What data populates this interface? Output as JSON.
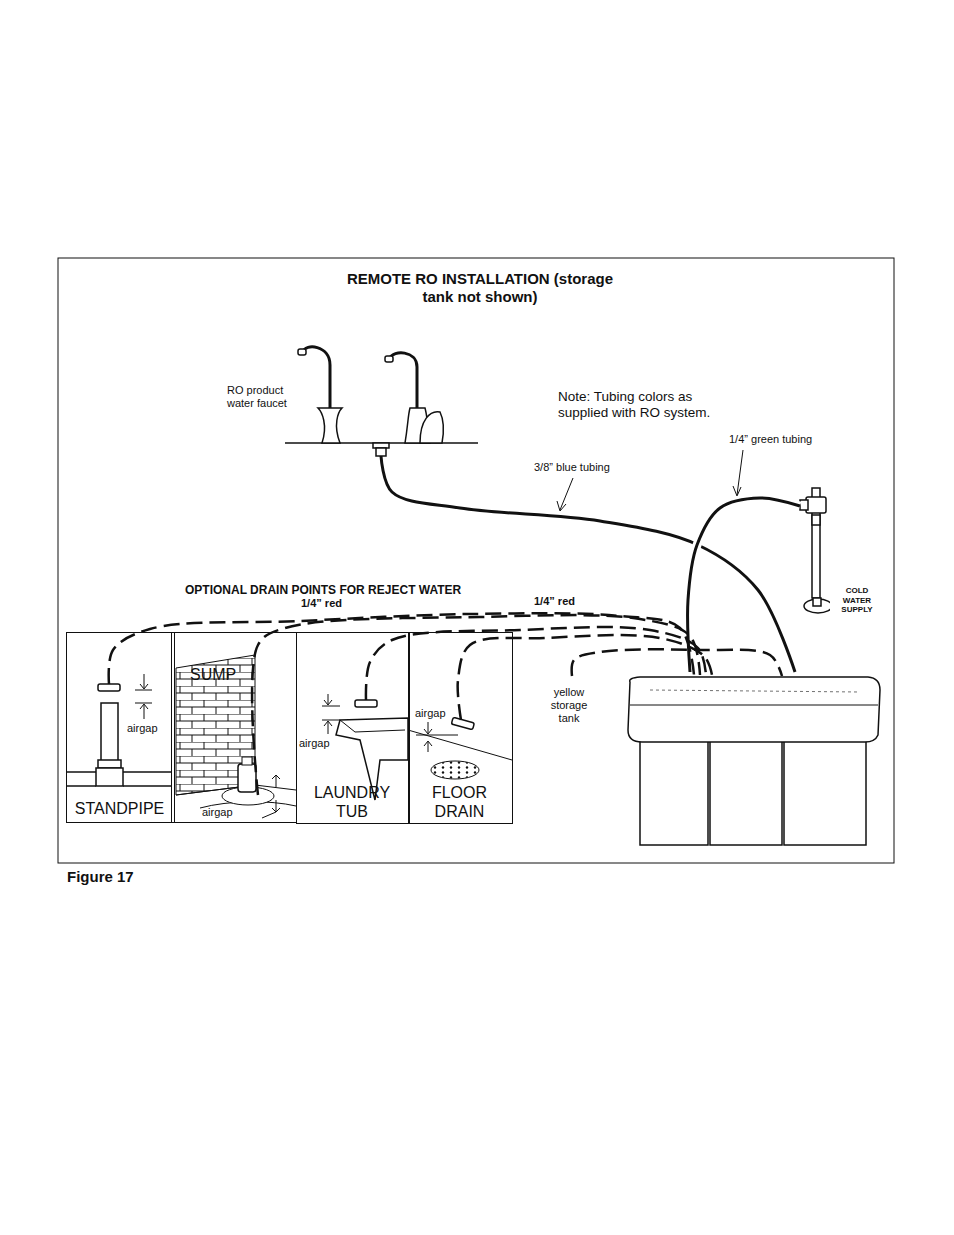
{
  "diagram": {
    "title": "REMOTE RO INSTALLATION (storage tank not shown)",
    "caption": "Figure 17",
    "nodes": [
      {
        "text": [
          "airgap",
          "STANDPIPE"
        ]
      },
      {
        "text": [
          "SUMP",
          "airgap"
        ]
      },
      {
        "text": [
          "airgap",
          "LAUNDRY TUB"
        ]
      },
      {
        "text": [
          "airgap",
          "FLOOR DRAIN"
        ]
      }
    ],
    "labels": [
      "RO product water faucet",
      "Note: Tubing colors as supplied with RO system.",
      "3/8” blue tubing",
      "1/4” green tubing",
      "COLD WATER SUPPLY",
      "OPTIONAL DRAIN POINTS FOR REJECT WATER",
      "1/4” red",
      "1/4” red",
      "yellow storage tank"
    ]
  }
}
